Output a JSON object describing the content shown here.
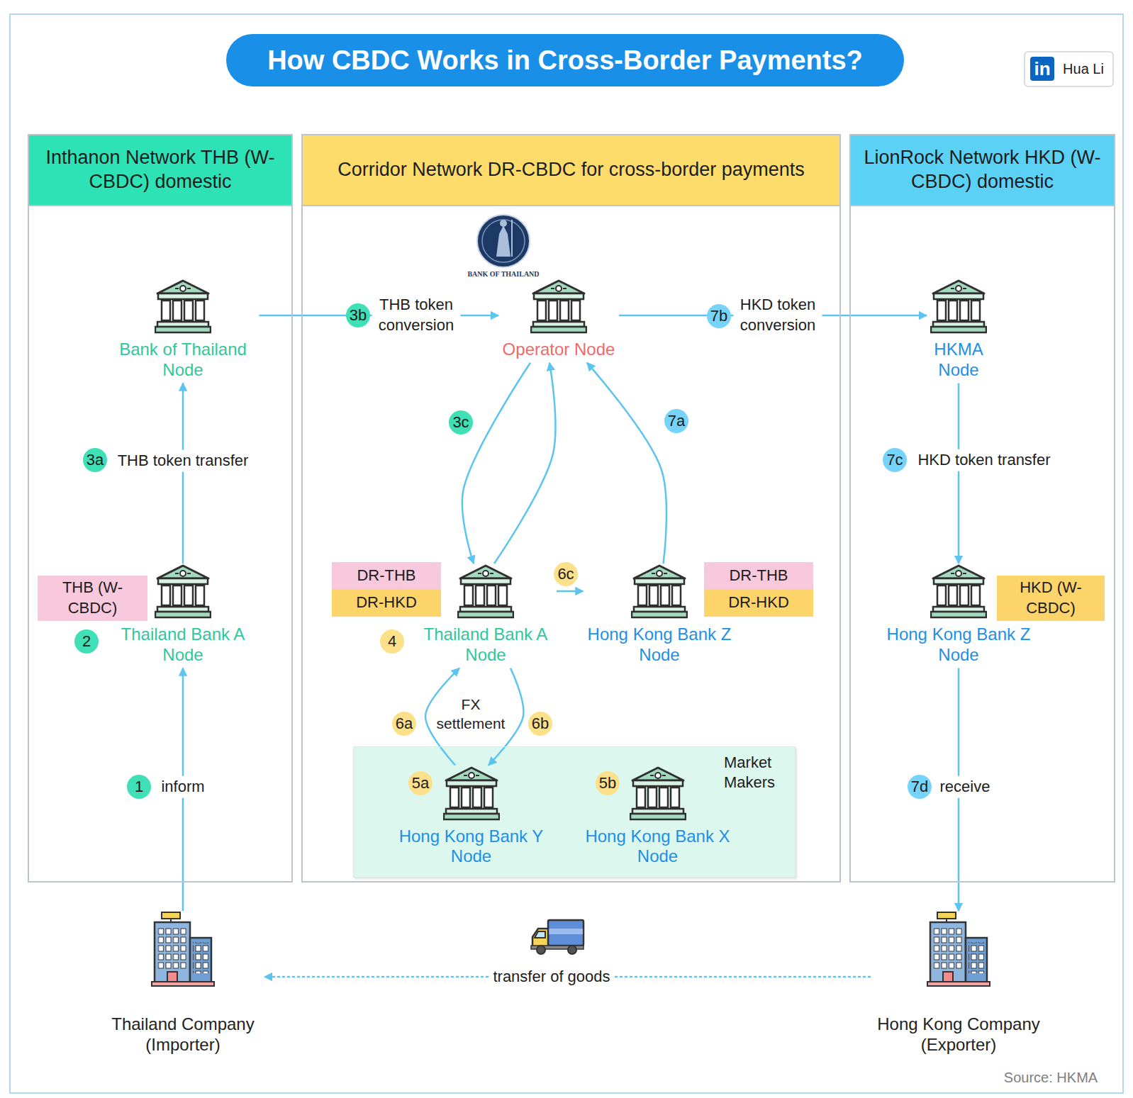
{
  "diagram": {
    "title": "How CBDC Works in Cross-Border Payments?",
    "nodes": [
      {
        "text": [
          "Inthanon Network THB (W-CBDC) domestic"
        ]
      },
      {
        "text": [
          "Corridor Network DR-CBDC for cross-border payments"
        ]
      },
      {
        "text": [
          "LionRock Network HKD (W-CBDC) domestic"
        ]
      },
      {
        "text": [
          "Bank of Thailand Node"
        ],
        "in": 0
      },
      {
        "text": [
          "Thailand Bank A Node"
        ],
        "in": 0
      },
      {
        "text": [
          "THB (W-CBDC)"
        ],
        "in": 0
      },
      {
        "text": [
          "Operator Node"
        ],
        "in": 1
      },
      {
        "text": [
          "DR-THB"
        ],
        "in": 1
      },
      {
        "text": [
          "DR-HKD"
        ],
        "in": 1
      },
      {
        "text": [
          "Thailand Bank A Node"
        ],
        "in": 1
      },
      {
        "text": [
          "Hong Kong Bank Z Node"
        ],
        "in": 1
      },
      {
        "text": [
          "DR-THB"
        ],
        "in": 1
      },
      {
        "text": [
          "DR-HKD"
        ],
        "in": 1
      },
      {
        "text": [
          "Market Makers"
        ],
        "in": 1
      },
      {
        "text": [
          "Hong Kong Bank Y Node"
        ],
        "in": 13
      },
      {
        "text": [
          "Hong Kong Bank X Node"
        ],
        "in": 13
      },
      {
        "text": [
          "HKMA Node"
        ],
        "in": 2
      },
      {
        "text": [
          "Hong Kong Bank Z Node"
        ],
        "in": 2
      },
      {
        "text": [
          "HKD (W-CBDC)"
        ],
        "in": 2
      },
      {
        "text": [
          "Thailand Company (Importer)"
        ]
      },
      {
        "text": [
          "Hong Kong Company (Exporter)"
        ]
      }
    ],
    "edges": [
      {
        "from": 19,
        "to": 4,
        "arrow": "to",
        "label": "inform"
      },
      {
        "from": 4,
        "to": 3,
        "arrow": "to",
        "label": "THB token transfer"
      },
      {
        "from": 3,
        "to": 6,
        "arrow": "to",
        "label": "THB token conversion"
      },
      {
        "from": 6,
        "to": 9,
        "arrow": "to"
      },
      {
        "from": 9,
        "to": 6,
        "arrow": "to"
      },
      {
        "from": 10,
        "to": 6,
        "arrow": "to"
      },
      {
        "from": 6,
        "to": 16,
        "arrow": "to",
        "label": "HKD token conversion"
      },
      {
        "from": 16,
        "to": 17,
        "arrow": "to",
        "label": "HKD token transfer"
      },
      {
        "from": 9,
        "to": 10,
        "arrow": "to"
      },
      {
        "from": 14,
        "to": 9,
        "arrow": "to"
      },
      {
        "from": 9,
        "to": 14,
        "arrow": "to"
      },
      {
        "from": 17,
        "to": 20,
        "arrow": "to",
        "label": "receive"
      },
      {
        "from": 20,
        "to": 19,
        "arrow": "to",
        "label": "transfer of goods"
      }
    ],
    "labels": [
      "in",
      "Hua Li",
      "BANK OF THAILAND",
      "3a",
      "3b",
      "3c",
      "7a",
      "7b",
      "7c",
      "2",
      "4",
      "6c",
      "FX settlement",
      "6a",
      "6b",
      "5a",
      "5b",
      "7d",
      "1",
      "Source: HKMA"
    ]
  }
}
